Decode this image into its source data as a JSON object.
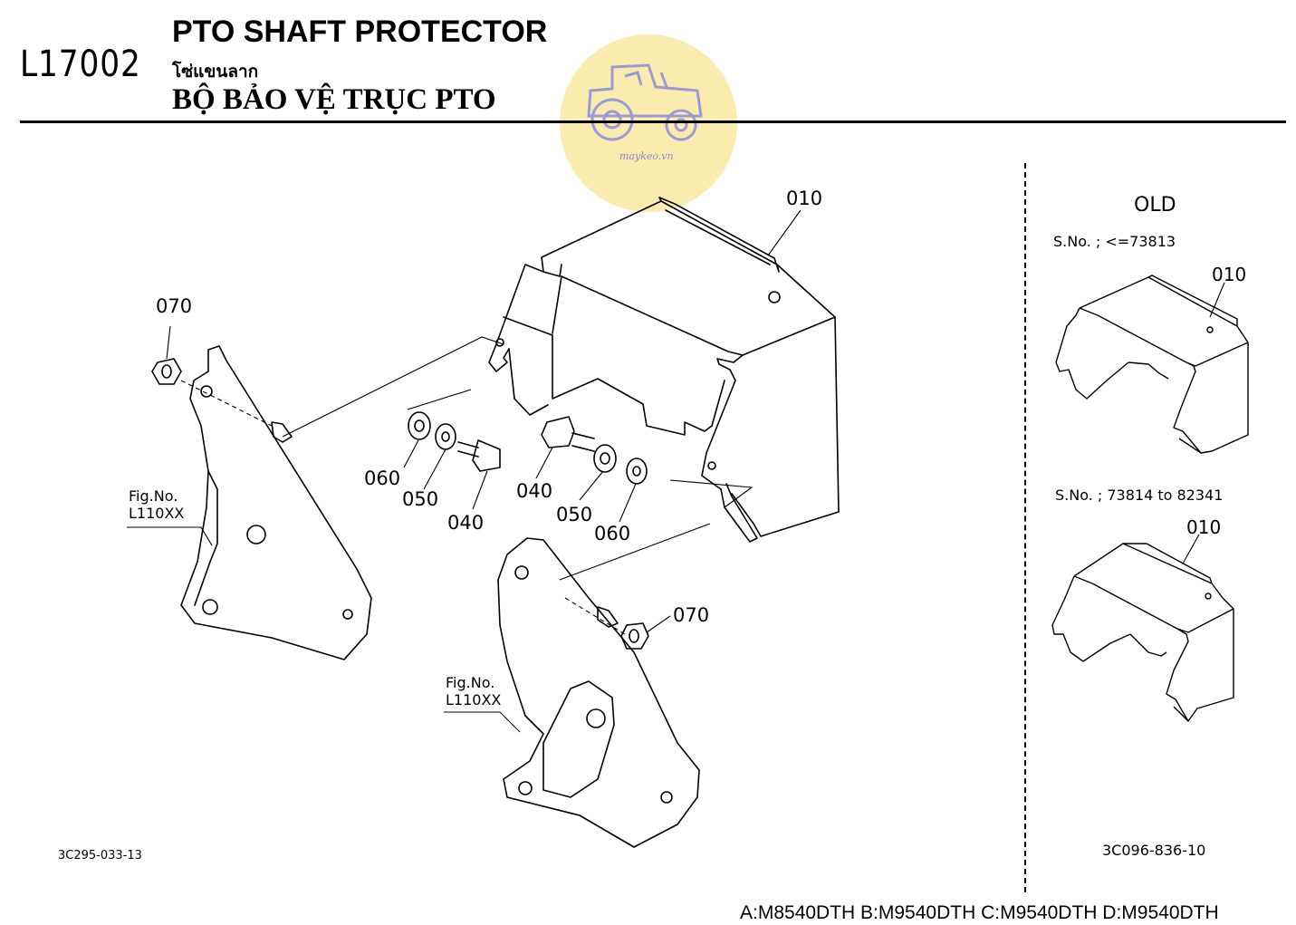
{
  "header": {
    "page_code": "L17002",
    "title_en": "PTO SHAFT PROTECTOR",
    "title_th": "โซ่แขนลาก",
    "title_vi": "BỘ BẢO VỆ TRỤC PTO"
  },
  "watermark": {
    "text": "maykeo.vn",
    "icon": "tractor-icon"
  },
  "main_diagram": {
    "callouts": {
      "p010": "010",
      "p070_top": "070",
      "p060_left": "060",
      "p050_left": "050",
      "p040_left": "040",
      "p040_right": "040",
      "p050_right": "050",
      "p060_right": "060",
      "p070_bottom": "070"
    },
    "fig_ref_left": {
      "line1": "Fig.No.",
      "line2": "L110XX"
    },
    "fig_ref_bottom": {
      "line1": "Fig.No.",
      "line2": "L110XX"
    },
    "drawing_code": "3C295-033-13"
  },
  "old_panel": {
    "label": "OLD",
    "variant1": {
      "serial": "S.No. ; <=73813",
      "part": "010"
    },
    "variant2": {
      "serial": "S.No. ; 73814 to 82341",
      "part": "010"
    },
    "drawing_code": "3C096-836-10"
  },
  "footer": {
    "models": "A:M8540DTH B:M9540DTH C:M9540DTH D:M9540DTH"
  },
  "colors": {
    "ink": "#000000",
    "watermark_bg": "#f9e8a0",
    "watermark_ink": "#8a8ac8"
  }
}
